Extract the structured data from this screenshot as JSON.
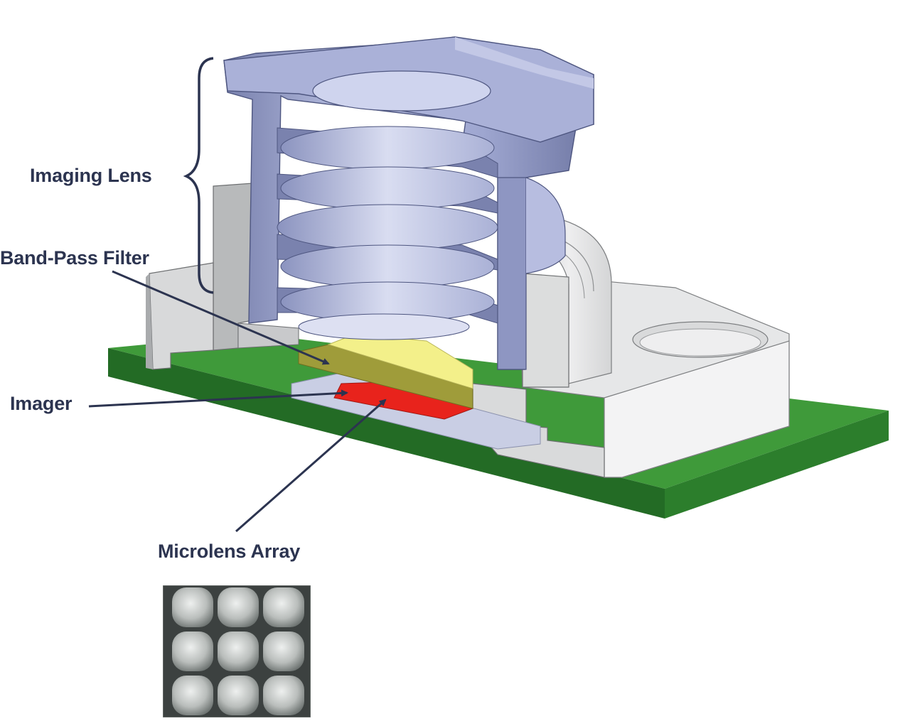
{
  "labels": {
    "imaging_lens": "Imaging Lens",
    "band_pass_filter": "Band-Pass Filter",
    "imager": "Imager",
    "microlens_array": "Microlens Array"
  },
  "colors": {
    "label_text": "#2c3450",
    "lens_barrel": "#9aa3cc",
    "lens_barrel_dark": "#5e6690",
    "housing": "#e2e3e4",
    "housing_shadow": "#a9abad",
    "pcb_top": "#3f9a3a",
    "pcb_side": "#236b25",
    "filter": "#f3f08a",
    "filter_edge": "#9f9c3a",
    "imager": "#e8231c",
    "pointer": "#2c3450"
  },
  "microlens_photo": {
    "rows": 3,
    "cols": 3,
    "description_icon": "microlens-sem-image"
  }
}
